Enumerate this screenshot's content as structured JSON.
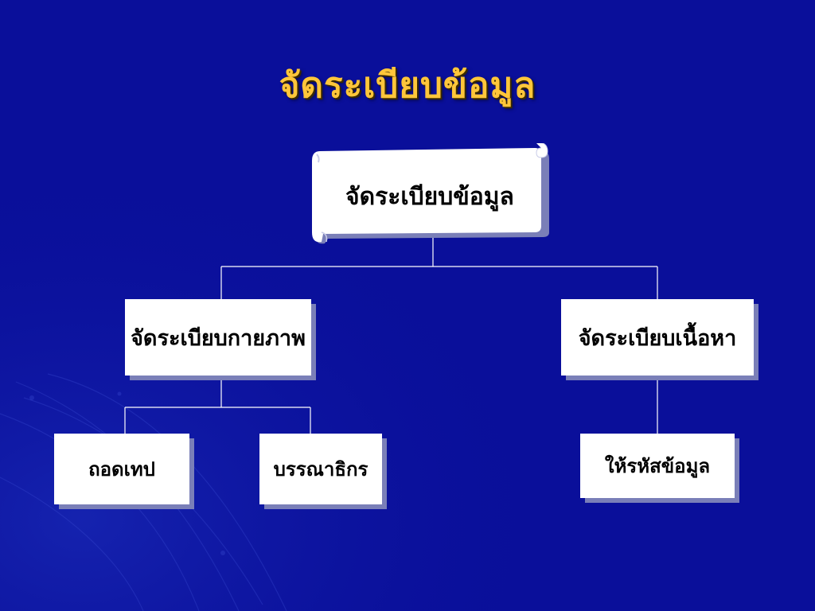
{
  "slide": {
    "title": "จัดระเบียบข้อมูล",
    "colors": {
      "background": "#0a0f9a",
      "title": "#ffc63a",
      "box": "#ffffff",
      "connector": "#ffffff"
    }
  },
  "diagram": {
    "root": {
      "label": "จัดระเบียบข้อมูล"
    },
    "branches": [
      {
        "label": "จัดระเบียบกายภาพ",
        "children": [
          {
            "label": "ถอดเทป"
          },
          {
            "label": "บรรณาธิกร"
          }
        ]
      },
      {
        "label": "จัดระเบียบเนื้อหา",
        "children": [
          {
            "label": "ให้รหัสข้อมูล"
          }
        ]
      }
    ]
  }
}
